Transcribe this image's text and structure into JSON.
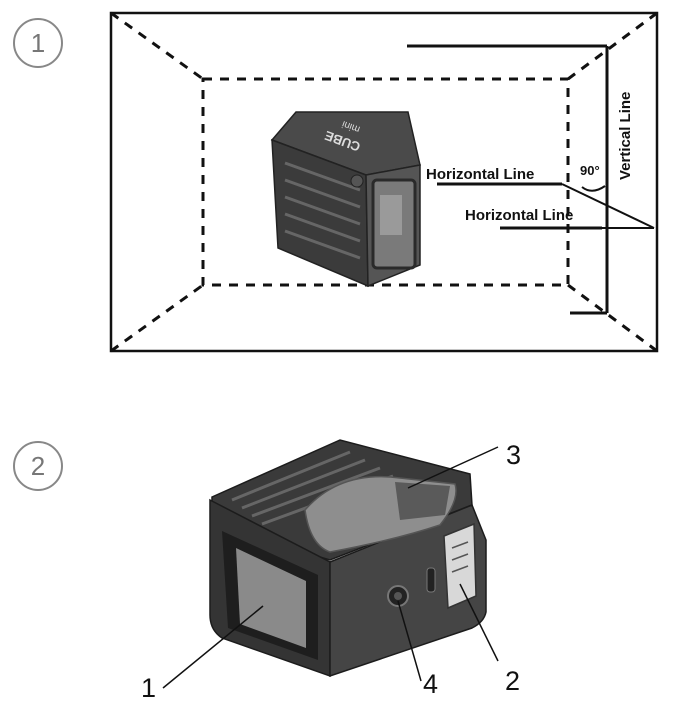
{
  "figure1": {
    "step_number": "1",
    "labels": {
      "horizontal_line_1": "Horizontal Line",
      "horizontal_line_2": "Horizontal Line",
      "vertical_line": "Vertical Line",
      "angle": "90°"
    },
    "device_text": {
      "brand": "CUBE",
      "model": "mini"
    }
  },
  "figure2": {
    "step_number": "2",
    "callouts": {
      "c1": "1",
      "c2": "2",
      "c3": "3",
      "c4": "4"
    }
  }
}
